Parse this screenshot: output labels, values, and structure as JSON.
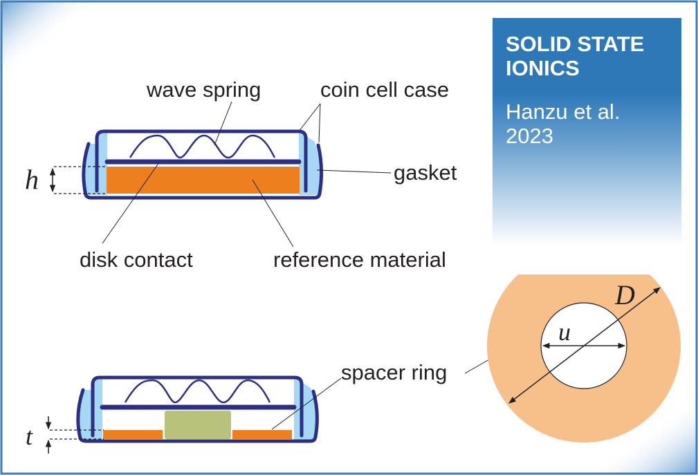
{
  "journal": {
    "title_lines": [
      "SOLID STATE",
      "IONICS"
    ],
    "author_lines": [
      "Hanzu et al.",
      "2023"
    ]
  },
  "labels": {
    "wave_spring": "wave spring",
    "coin_cell_case": "coin cell case",
    "gasket": "gasket",
    "disk_contact": "disk contact",
    "reference_material": "reference material",
    "spacer_ring": "spacer ring"
  },
  "symbols": {
    "height": "h",
    "thickness": "t",
    "inner_diameter": "u",
    "outer_diameter": "D"
  },
  "colors": {
    "frame_border": "#3a7ebf",
    "case": "#2b2f86",
    "gasket": "#a6d8f5",
    "reference_material": "#ee7f1f",
    "spacer_ring_top_view": "#f7c08b",
    "sample": "#b9c27a",
    "journal_box": "#2e78b8",
    "leader_line": "#231f20"
  }
}
